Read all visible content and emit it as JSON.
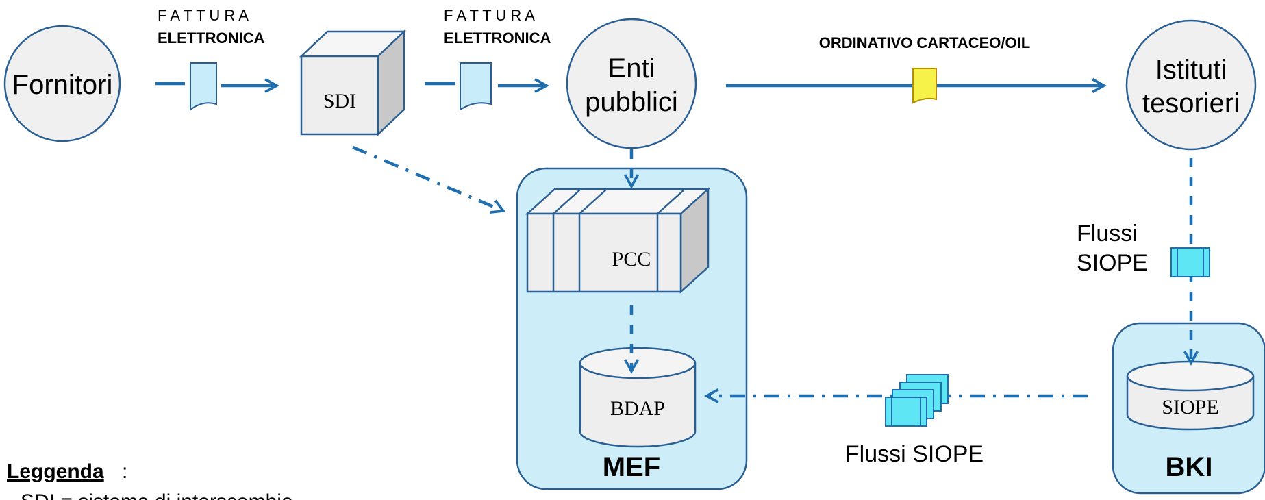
{
  "nodes": {
    "fornitori": "Fornitori",
    "sdi": "SDI",
    "enti_line1": "Enti",
    "enti_line2": "pubblici",
    "istituti_line1": "Istituti",
    "istituti_line2": "tesorieri",
    "pcc": "PCC",
    "bdap": "BDAP",
    "siope_db": "SIOPE",
    "mef": "MEF",
    "bki": "BKI"
  },
  "edges": {
    "fattura_1_line1": "F A T T U R A",
    "fattura_1_line2": "ELETTRONICA",
    "fattura_2_line1": "F A T T U R A",
    "fattura_2_line2": "ELETTRONICA",
    "ordinativo": "ORDINATIVO CARTACEO/OIL",
    "flussi_siope_vertical_line1": "Flussi",
    "flussi_siope_vertical_line2": "SIOPE",
    "flussi_siope_horizontal": "Flussi SIOPE"
  },
  "legend": {
    "title": "Leggenda",
    "colon": ":",
    "first_line": "SDI = sistema di interscambio"
  },
  "colors": {
    "arrow": "#1f6fb0",
    "panel_fill": "#cdeef8",
    "doc_fill": "#c9ecfa",
    "siope_doc_fill": "#5fe6f5",
    "ordinativo_fill": "#f7f24a",
    "node_fill": "#f0f0f0"
  }
}
